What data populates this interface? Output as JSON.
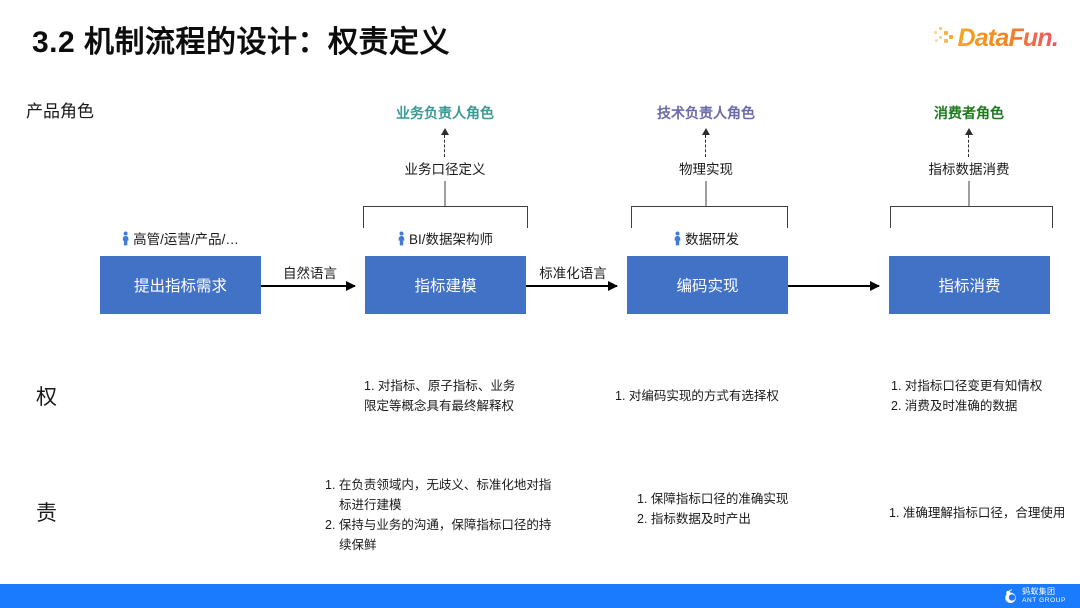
{
  "slide": {
    "title": "3.2 机制流程的设计：权责定义",
    "brand_logo_text": "DataFun.",
    "footer_logo_cn": "蚂蚁集团",
    "footer_logo_en": "ANT GROUP",
    "colors": {
      "box_blue": "#4272C6",
      "footer_blue": "#1A7BFF",
      "role_business": "#3A9A94",
      "role_tech": "#6B6BA8",
      "role_consumer": "#1E7A1E",
      "logo_orange": "#F5A623"
    }
  },
  "row_labels": {
    "product_role": "产品角色",
    "rights": "权",
    "duties": "责"
  },
  "roles": [
    {
      "label": "业务负责人角色",
      "color": "#3A9A94"
    },
    {
      "label": "技术负责人角色",
      "color": "#6B6BA8"
    },
    {
      "label": "消费者角色",
      "color": "#1E7A1E"
    }
  ],
  "bracket_labels": [
    "业务口径定义",
    "物理实现",
    "指标数据消费"
  ],
  "flow": {
    "boxes": [
      {
        "label": "提出指标需求",
        "person": "高管/运营/产品/…"
      },
      {
        "label": "指标建模",
        "person": "BI/数据架构师"
      },
      {
        "label": "编码实现",
        "person": "数据研发"
      },
      {
        "label": "指标消费",
        "person": ""
      }
    ],
    "edge_labels": [
      "自然语言",
      "标准化语言",
      ""
    ]
  },
  "rights_notes": [
    {
      "lines": [
        {
          "text": "1. 对指标、原子指标、业务",
          "indent": false
        },
        {
          "text": "限定等概念具有最终解释权",
          "indent": false
        }
      ]
    },
    {
      "lines": [
        {
          "text": "1. 对编码实现的方式有选择权",
          "indent": false
        }
      ]
    },
    {
      "lines": [
        {
          "text": "1. 对指标口径变更有知情权",
          "indent": false
        },
        {
          "text": "2. 消费及时准确的数据",
          "indent": false
        }
      ]
    }
  ],
  "duties_notes": [
    {
      "lines": [
        {
          "text": "1. 在负责领域内，无歧义、标准化地对指",
          "indent": false
        },
        {
          "text": "标进行建模",
          "indent": true
        },
        {
          "text": "2. 保持与业务的沟通，保障指标口径的持",
          "indent": false
        },
        {
          "text": "续保鲜",
          "indent": true
        }
      ]
    },
    {
      "lines": [
        {
          "text": "1. 保障指标口径的准确实现",
          "indent": false
        },
        {
          "text": "2. 指标数据及时产出",
          "indent": false
        }
      ]
    },
    {
      "lines": [
        {
          "text": "1. 准确理解指标口径，合理使用",
          "indent": false
        }
      ]
    }
  ],
  "icons": {
    "person": "person-icon",
    "brand": "datafun-logo-icon",
    "footer": "ant-group-logo-icon"
  }
}
